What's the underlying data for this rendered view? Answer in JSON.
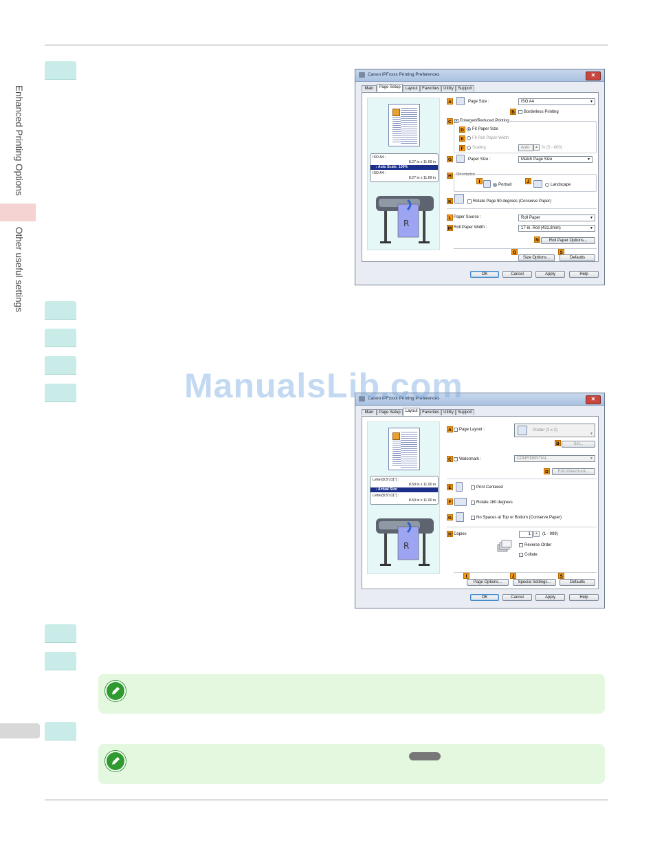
{
  "sidebar": {
    "tabs": [
      {
        "label": "Enhanced Printing Options"
      },
      {
        "label": "Other useful settings"
      }
    ]
  },
  "watermark": "ManualsLib.com",
  "dialog1": {
    "title": "Canon iPFxxxx Printing Preferences",
    "close": "✕",
    "tabs": [
      "Main",
      "Page Setup",
      "Layout",
      "Favorites",
      "Utility",
      "Support"
    ],
    "preview": {
      "line1": "ISO A4 :",
      "line2": "8.27 in x 11.69 in",
      "highlight": "Auto Scale: 100%",
      "line3": "ISO A4 :",
      "line4": "8.27 in x 11.69 in"
    },
    "labels": {
      "A": "A",
      "B": "B",
      "C": "C",
      "D": "D",
      "E": "E",
      "F": "F",
      "G": "G",
      "H": "H",
      "I": "I",
      "J": "J",
      "K": "K",
      "L": "L",
      "M": "M",
      "N": "N",
      "O": "O",
      "S": "S"
    },
    "page_size_label": "Page Size :",
    "page_size_value": "ISO A4",
    "borderless": "Borderless Printing",
    "enlarged": "Enlarged/Reduced Printing",
    "fit_paper": "Fit Paper Size",
    "fit_roll": "Fit Roll Paper Width",
    "scaling": "Scaling",
    "scaling_value": "Auto",
    "scaling_range": "% (5 - 600)",
    "paper_size_label": "Paper Size :",
    "paper_size_value": "Match Page Size",
    "orientation": "Orientation",
    "portrait": "Portrait",
    "landscape": "Landscape",
    "rotate": "Rotate Page 90 degrees (Conserve Paper)",
    "paper_source_label": "Paper Source :",
    "paper_source_value": "Roll Paper",
    "roll_width_label": "Roll Paper Width :",
    "roll_width_value": "17-in. Roll (431.8mm)",
    "roll_options": "Roll Paper Options...",
    "size_options": "Size Options...",
    "defaults": "Defaults",
    "ok": "OK",
    "cancel": "Cancel",
    "apply": "Apply",
    "help": "Help"
  },
  "dialog2": {
    "title": "Canon iPFxxxx Printing Preferences",
    "close": "✕",
    "tabs": [
      "Main",
      "Page Setup",
      "Layout",
      "Favorites",
      "Utility",
      "Support"
    ],
    "preview": {
      "line1": "Letter(8.5\"x11\") :",
      "line2": "8.50 in x 11.00 in",
      "highlight": "Actual Size",
      "line3": "Letter(8.5\"x11\") :",
      "line4": "8.50 in x 11.00 in"
    },
    "labels": {
      "A": "A",
      "B": "B",
      "C": "C",
      "D": "D",
      "E": "E",
      "F": "F",
      "G": "G",
      "H": "H",
      "I": "I",
      "J": "J",
      "S": "S"
    },
    "page_layout_label": "Page Layout :",
    "page_layout_value": "Poster (2 x 2)",
    "set": "Set...",
    "watermark_label": "Watermark :",
    "watermark_value": "CONFIDENTIAL",
    "edit_watermark": "Edit Watermark...",
    "print_centered": "Print Centered",
    "rotate180": "Rotate 180 degrees",
    "no_spaces": "No Spaces at Top or Bottom (Conserve Paper)",
    "copies_label": "Copies",
    "copies_value": "1",
    "copies_range": "(1 - 999)",
    "reverse": "Reverse Order",
    "collate": "Collate",
    "page_options": "Page Options...",
    "special": "Special Settings...",
    "defaults": "Defaults",
    "ok": "OK",
    "cancel": "Cancel",
    "apply": "Apply",
    "help": "Help"
  }
}
